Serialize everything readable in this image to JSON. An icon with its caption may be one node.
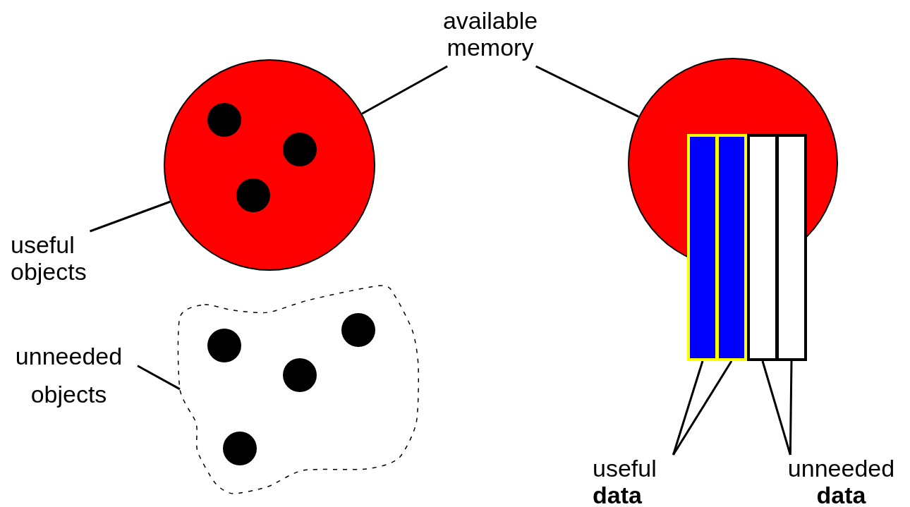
{
  "diagram": {
    "nodes": [
      {
        "text": [
          "available memory"
        ]
      },
      {
        "text": [],
        "shape": "circle"
      },
      {
        "text": [],
        "shape": "circle",
        "in": 1
      },
      {
        "text": [],
        "shape": "circle",
        "in": 1
      },
      {
        "text": [],
        "shape": "circle",
        "in": 1
      },
      {
        "text": [],
        "shape": "circle"
      },
      {
        "text": [
          "useful objects"
        ]
      },
      {
        "text": [
          "unneeded objects"
        ]
      },
      {
        "text": [],
        "shape": "cloud"
      },
      {
        "text": [],
        "shape": "circle",
        "in": 8
      },
      {
        "text": [],
        "shape": "circle",
        "in": 8
      },
      {
        "text": [],
        "shape": "circle",
        "in": 8
      },
      {
        "text": [],
        "shape": "circle",
        "in": 8
      },
      {
        "text": [],
        "shape": "bar"
      },
      {
        "text": [],
        "shape": "bar"
      },
      {
        "text": [],
        "shape": "bar"
      },
      {
        "text": [],
        "shape": "bar"
      },
      {
        "text": [
          "useful **data**"
        ]
      },
      {
        "text": [
          "unneeded **data**"
        ]
      }
    ],
    "edges": [
      {
        "from": 0,
        "to": 1,
        "arrow": "none"
      },
      {
        "from": 0,
        "to": 5,
        "arrow": "none"
      },
      {
        "from": 6,
        "to": 1,
        "arrow": "none"
      },
      {
        "from": 7,
        "to": 8,
        "arrow": "none"
      },
      {
        "from": 17,
        "to": 13,
        "arrow": "none"
      },
      {
        "from": 17,
        "to": 14,
        "arrow": "none"
      },
      {
        "from": 18,
        "to": 15,
        "arrow": "none"
      },
      {
        "from": 18,
        "to": 16,
        "arrow": "none"
      }
    ]
  }
}
